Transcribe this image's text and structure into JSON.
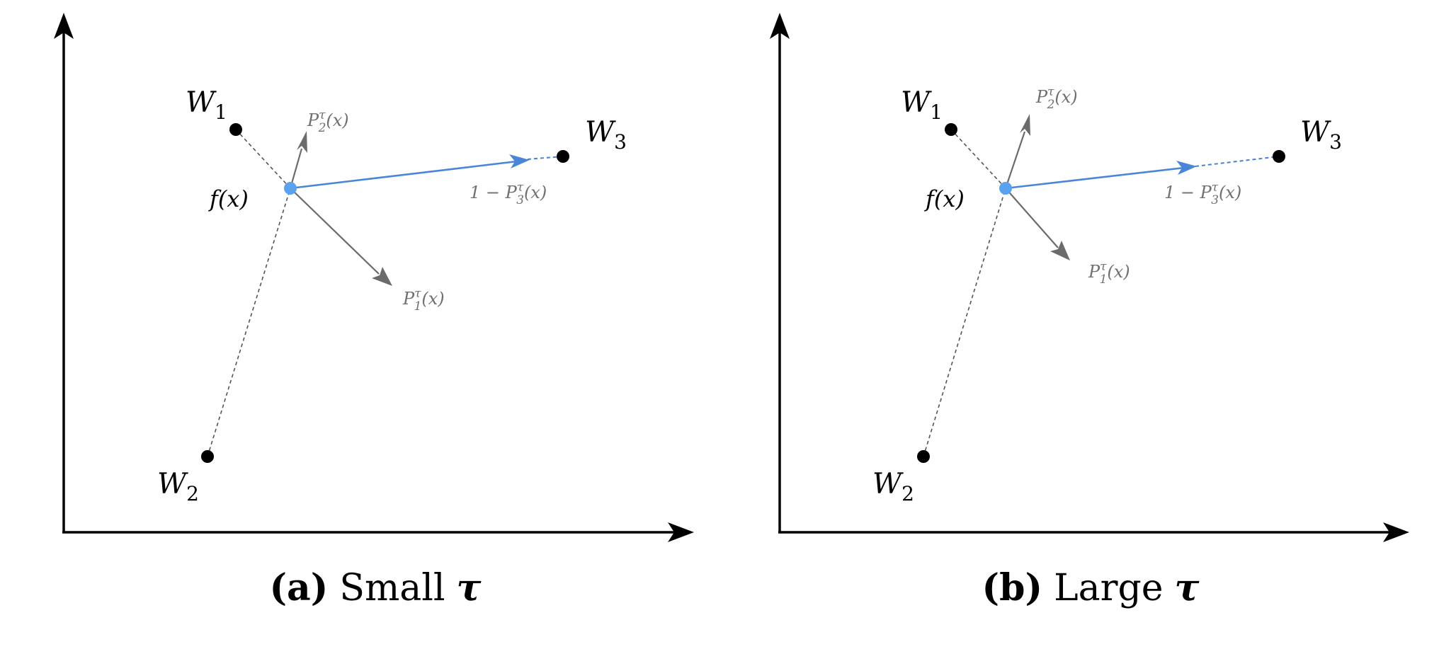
{
  "panels": [
    {
      "id": "a",
      "caption": {
        "letter": "(a)",
        "text": "Small",
        "symbol": "τ"
      },
      "labels": {
        "w1": {
          "base": "W",
          "sub": "1"
        },
        "w2": {
          "base": "W",
          "sub": "2"
        },
        "w3": {
          "base": "W",
          "sub": "3"
        },
        "fx": "f(x)",
        "p1": {
          "pre": "",
          "base": "P",
          "sup": "τ",
          "sub": "1",
          "arg": "(x)"
        },
        "p2": {
          "pre": "",
          "base": "P",
          "sup": "τ",
          "sub": "2",
          "arg": "(x)"
        },
        "p3": {
          "pre": "1 − ",
          "base": "P",
          "sup": "τ",
          "sub": "3",
          "arg": "(x)"
        }
      }
    },
    {
      "id": "b",
      "caption": {
        "letter": "(b)",
        "text": "Large",
        "symbol": "τ"
      },
      "labels": {
        "w1": {
          "base": "W",
          "sub": "1"
        },
        "w2": {
          "base": "W",
          "sub": "2"
        },
        "w3": {
          "base": "W",
          "sub": "3"
        },
        "fx": "f(x)",
        "p1": {
          "pre": "",
          "base": "P",
          "sup": "τ",
          "sub": "1",
          "arg": "(x)"
        },
        "p2": {
          "pre": "",
          "base": "P",
          "sup": "τ",
          "sub": "2",
          "arg": "(x)"
        },
        "p3": {
          "pre": "1 − ",
          "base": "P",
          "sup": "τ",
          "sub": "3",
          "arg": "(x)"
        }
      }
    }
  ],
  "colors": {
    "axis": "#000000",
    "point": "#000000",
    "feature_point": "#5aa2ef",
    "blue_vector": "#4a86d8",
    "gray_vector": "#6b6b6b",
    "prob_label": "#707070"
  }
}
